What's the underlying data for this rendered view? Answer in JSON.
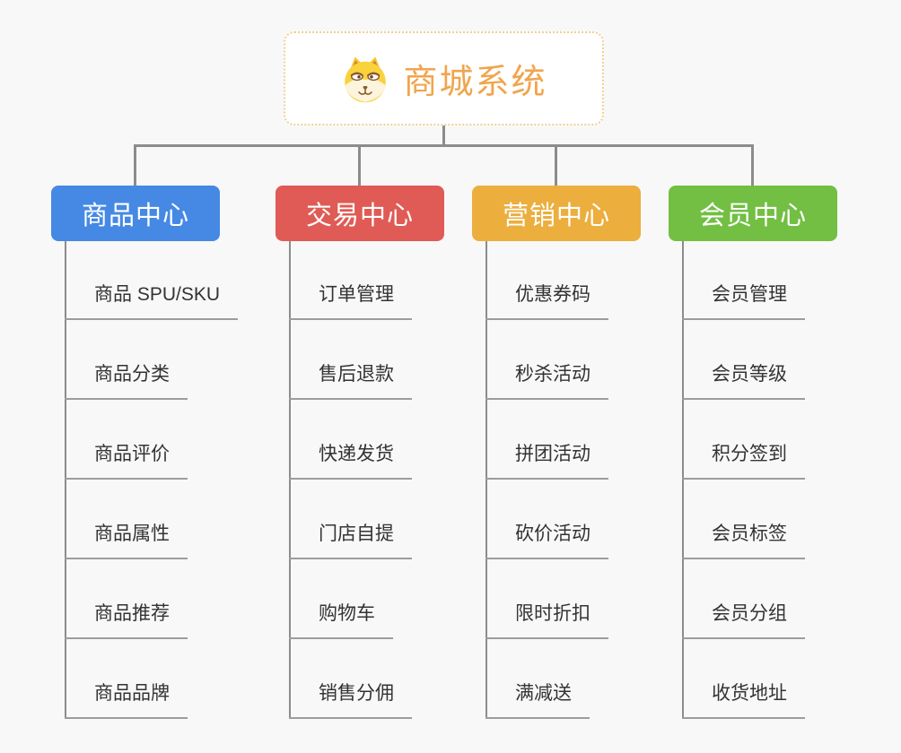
{
  "app": {
    "background_color": "#f8f8f8",
    "connector_color": "#8c8c8c",
    "underline_color": "#9a9da0"
  },
  "root": {
    "title": "商城系统",
    "icon": "shiba-dog-face-icon",
    "text_color": "#f0a54e",
    "border_color": "#f1cf92"
  },
  "branches": [
    {
      "label": "商品中心",
      "color": "#4589e4",
      "children": [
        "商品 SPU/SKU",
        "商品分类",
        "商品评价",
        "商品属性",
        "商品推荐",
        "商品品牌"
      ]
    },
    {
      "label": "交易中心",
      "color": "#e05b55",
      "children": [
        "订单管理",
        "售后退款",
        "快递发货",
        "门店自提",
        "购物车",
        "销售分佣"
      ]
    },
    {
      "label": "营销中心",
      "color": "#ecae3d",
      "children": [
        "优惠券码",
        "秒杀活动",
        "拼团活动",
        "砍价活动",
        "限时折扣",
        "满减送"
      ]
    },
    {
      "label": "会员中心",
      "color": "#72bf43",
      "children": [
        "会员管理",
        "会员等级",
        "积分签到",
        "会员标签",
        "会员分组",
        "收货地址"
      ]
    }
  ]
}
